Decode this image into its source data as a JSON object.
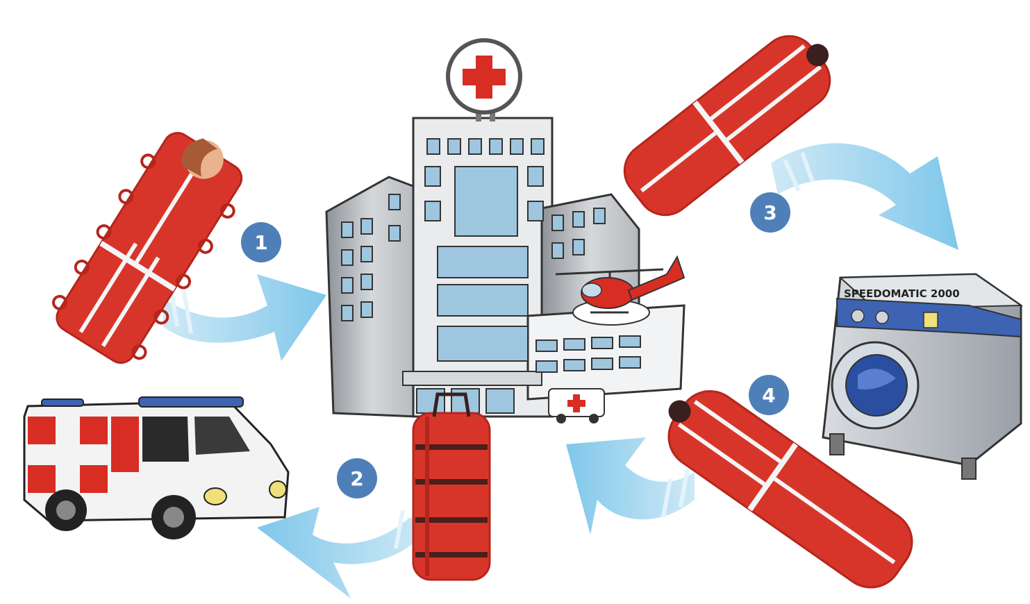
{
  "colors": {
    "arrow_blue": "#7fc7ea",
    "arrow_light": "#cfe9f6",
    "badge_blue": "#4f7fb8",
    "bag_red": "#d8352a",
    "bag_red_dark": "#b3261d",
    "stripe_white": "#f5f5f5",
    "building_gray": "#c9cdd1",
    "window_blue": "#9fc6df",
    "cross_red": "#d72d23",
    "washer_gray": "#b8bcc2",
    "washer_band": "#3e63b3"
  },
  "steps": [
    {
      "number": "1"
    },
    {
      "number": "2"
    },
    {
      "number": "3"
    },
    {
      "number": "4"
    }
  ],
  "washer": {
    "label": "SPEEDOMATIC 2000"
  },
  "icons": [
    "stretcher-bag-icon",
    "ambulance-icon",
    "hospital-icon",
    "helicopter-icon",
    "washing-machine-icon",
    "arrow-icon"
  ]
}
